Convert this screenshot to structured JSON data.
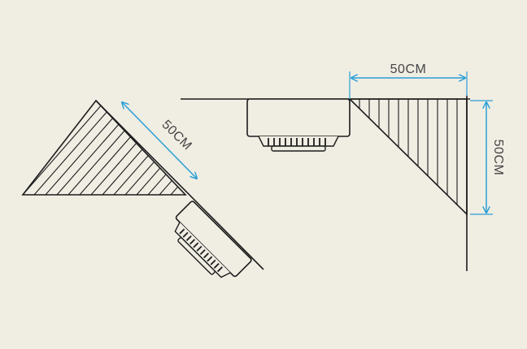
{
  "colors": {
    "background": "#f0ede3",
    "line": "#1c1c1c",
    "dimension": "#2a9fd6",
    "text": "#444444"
  },
  "left_diagram": {
    "dimension_label": "50CM"
  },
  "right_diagram": {
    "horizontal_dimension_label": "50CM",
    "vertical_dimension_label": "50CM"
  }
}
